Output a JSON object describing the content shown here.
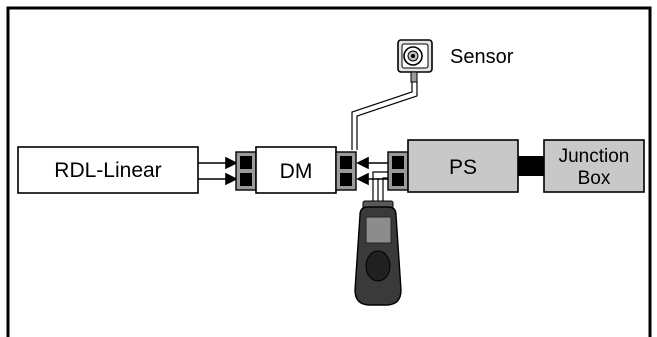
{
  "diagram": {
    "nodes": {
      "rdl_linear": "RDL-Linear",
      "dm": "DM",
      "ps": "PS",
      "junction_box_line1": "Junction",
      "junction_box_line2": "Box",
      "sensor": "Sensor"
    },
    "colors": {
      "frame": "#000000",
      "box_fill": "#ffffff",
      "box_gray": "#c8c8c8",
      "connector_fill": "#9a9a9a",
      "plug_black": "#000000",
      "handheld_body": "#3a3a3a",
      "handheld_screen": "#8c8c8c"
    }
  }
}
